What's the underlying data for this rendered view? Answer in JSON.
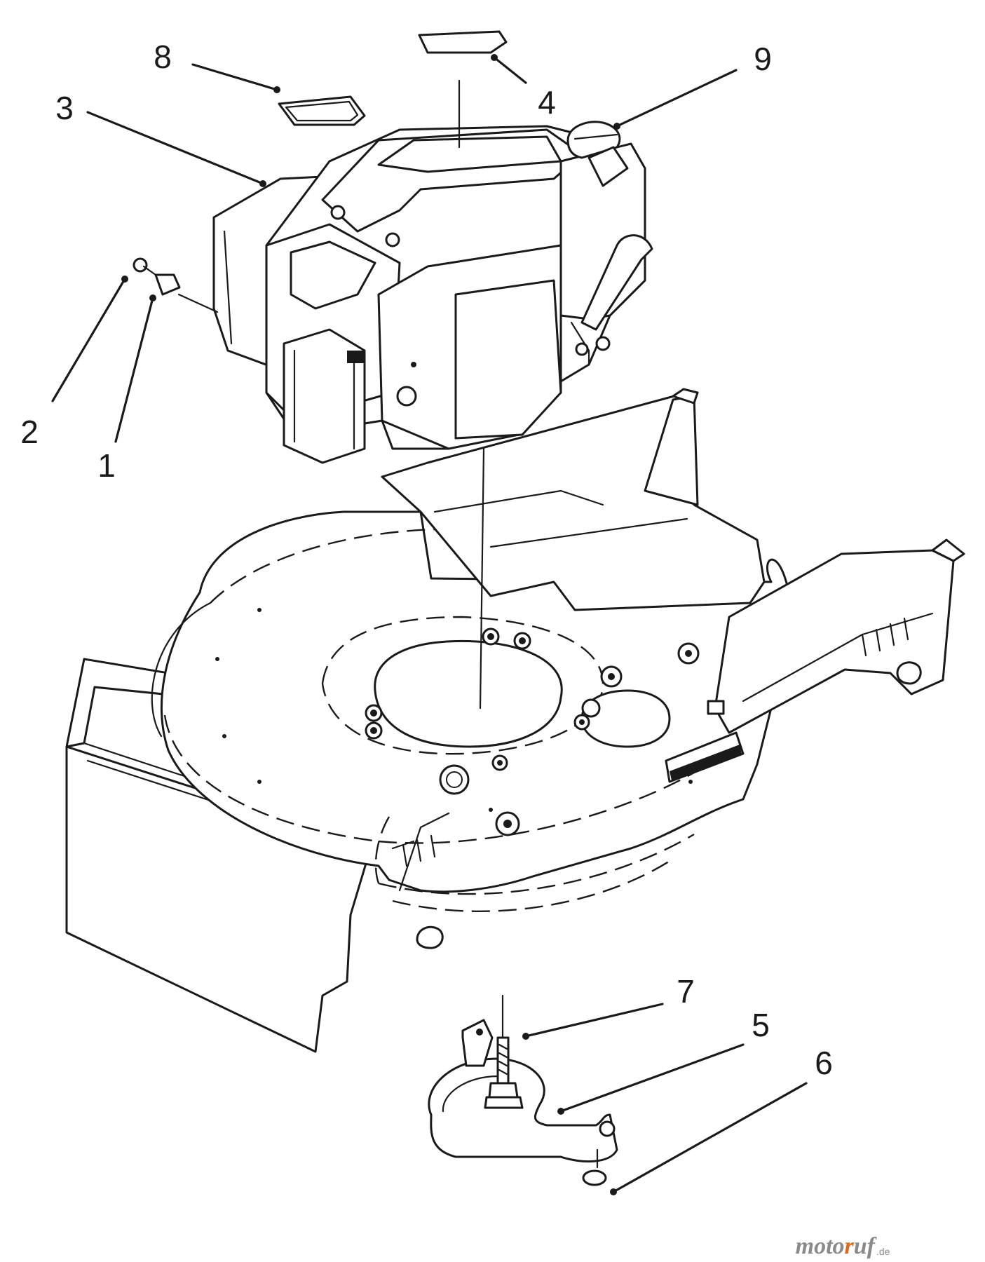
{
  "diagram": {
    "callouts": [
      {
        "id": "1",
        "label": "1"
      },
      {
        "id": "2",
        "label": "2"
      },
      {
        "id": "3",
        "label": "3"
      },
      {
        "id": "4",
        "label": "4"
      },
      {
        "id": "5",
        "label": "5"
      },
      {
        "id": "6",
        "label": "6"
      },
      {
        "id": "7",
        "label": "7"
      },
      {
        "id": "8",
        "label": "8"
      },
      {
        "id": "9",
        "label": "9"
      }
    ],
    "parts": [
      {
        "id": "engine",
        "icon": "engine-icon"
      },
      {
        "id": "mower-deck",
        "icon": "mower-deck-icon"
      },
      {
        "id": "blade",
        "icon": "blade-icon"
      },
      {
        "id": "gasket-8",
        "icon": "gasket-icon"
      },
      {
        "id": "decal-4",
        "icon": "decal-icon"
      },
      {
        "id": "throttle-screw-2",
        "icon": "screw-icon"
      },
      {
        "id": "clip-1",
        "icon": "clip-icon"
      },
      {
        "id": "blade-bolt-7",
        "icon": "bolt-icon"
      },
      {
        "id": "screw-6",
        "icon": "screw-icon"
      }
    ]
  },
  "watermark": {
    "pre": "moto",
    "accent": "r",
    "post": "uf",
    "tld": ".de",
    "colors": {
      "text": "#8a8a8a",
      "accent": "#e06a1a"
    }
  },
  "colors": {
    "ink": "#1a1a1a",
    "paper": "#ffffff"
  }
}
